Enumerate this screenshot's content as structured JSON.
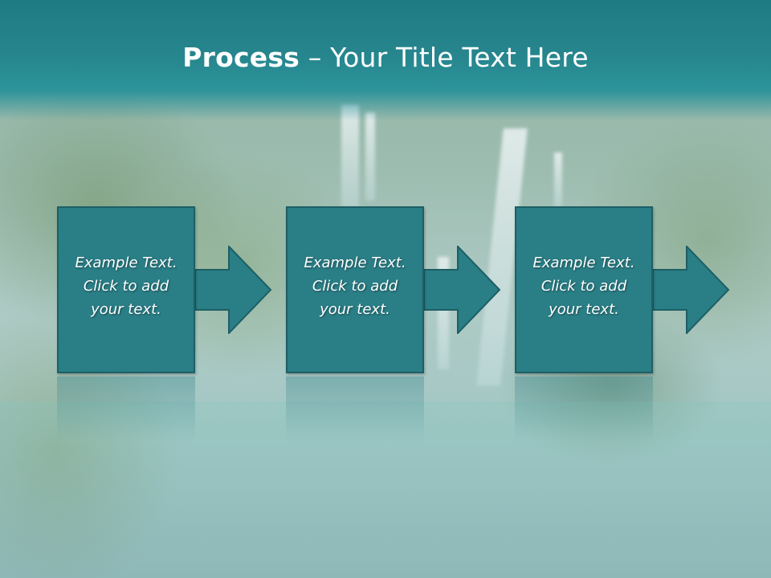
{
  "slide": {
    "title_bold": "Process",
    "title_rest": " – Your Title Text Here"
  },
  "steps": [
    {
      "line1": "Example Text.",
      "line2": "Click  to add",
      "line3": "your text."
    },
    {
      "line1": "Example Text.",
      "line2": "Click  to add",
      "line3": "your text."
    },
    {
      "line1": "Example Text.",
      "line2": "Click  to add",
      "line3": "your text."
    }
  ],
  "colors": {
    "header": "#26858d",
    "box": "#2a7e86",
    "box_border": "#1d5f66",
    "text": "#ffffff"
  },
  "icons": [
    "arrow-right-icon"
  ]
}
